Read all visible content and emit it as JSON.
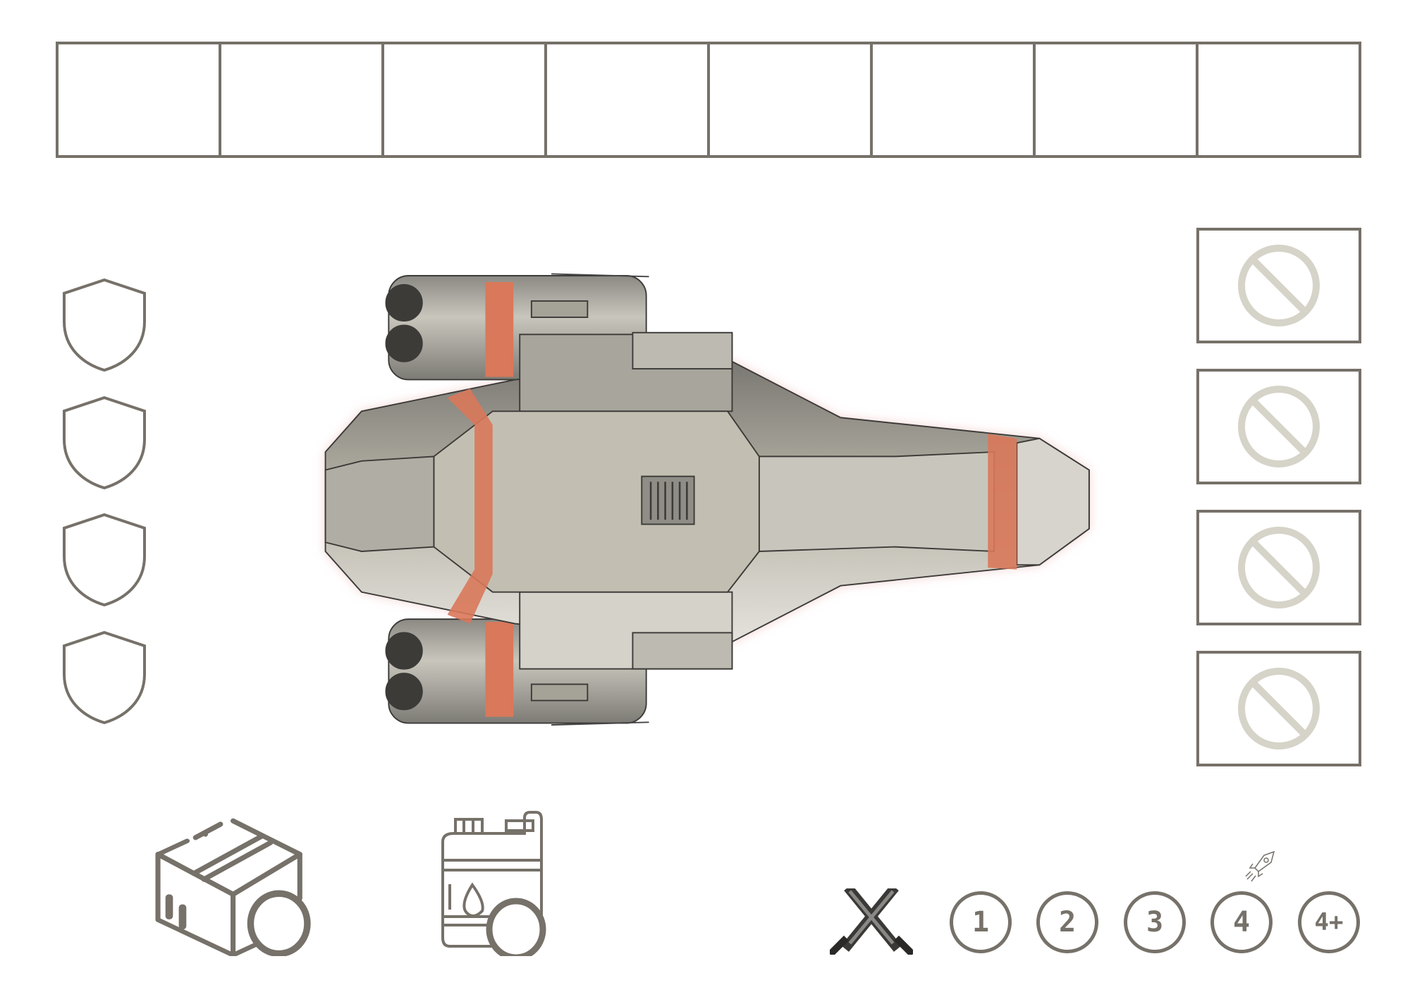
{
  "colors": {
    "line": "#767169",
    "disabled": "#d6d3c8",
    "hull_stripe": "#d9785a",
    "hull": "#c2bfb2"
  },
  "top_bar": {
    "cells": [
      "",
      "",
      "",
      "",
      "",
      "",
      "",
      ""
    ]
  },
  "shields": [
    {
      "icon": "shield-icon"
    },
    {
      "icon": "shield-icon"
    },
    {
      "icon": "shield-icon"
    },
    {
      "icon": "shield-icon"
    }
  ],
  "slots": [
    {
      "icon": "forbidden-icon"
    },
    {
      "icon": "forbidden-icon"
    },
    {
      "icon": "forbidden-icon"
    },
    {
      "icon": "forbidden-icon"
    }
  ],
  "ship": {
    "icon": "spaceship-sprite"
  },
  "resources": [
    {
      "icon": "ammo-crate-icon"
    },
    {
      "icon": "fuel-canister-icon"
    }
  ],
  "combat": {
    "icon": "crossed-swords-icon",
    "speed_icon": "rocket-icon",
    "levels": [
      "1",
      "2",
      "3",
      "4",
      "4+"
    ]
  }
}
